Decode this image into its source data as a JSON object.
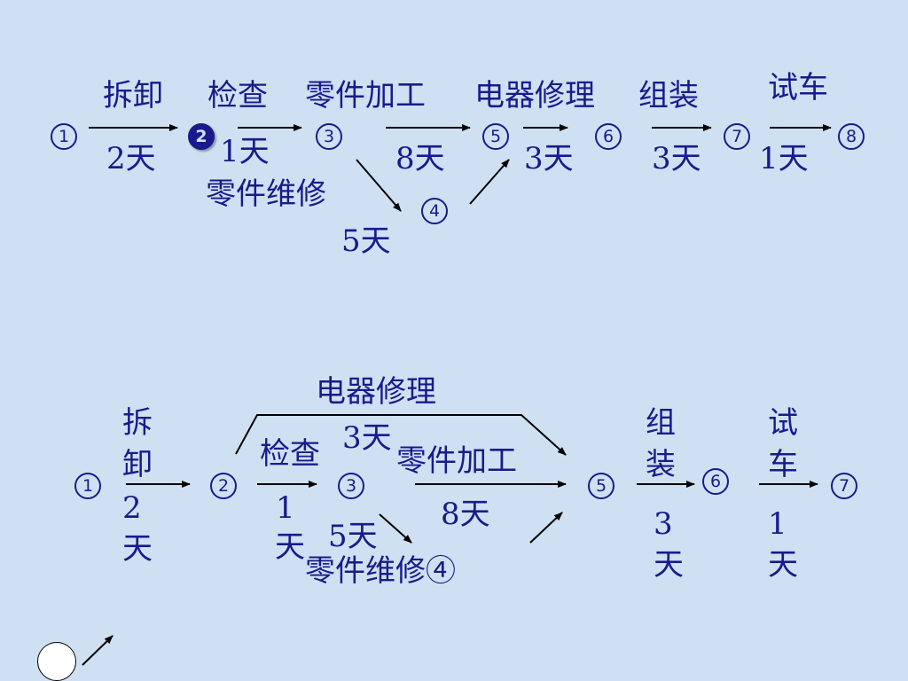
{
  "colors": {
    "background": "#cfe0f2",
    "ink": "#1a1a8c"
  },
  "diagram1": {
    "nodes": [
      "1",
      "2",
      "3",
      "4",
      "5",
      "6",
      "7",
      "8"
    ],
    "tasks": {
      "disassemble": "拆卸",
      "disassemble_dur": "2天",
      "inspect": "检查",
      "inspect_dur": "1天",
      "machining": "零件加工",
      "machining_dur": "8天",
      "electrical": "电器修理",
      "electrical_dur": "3天",
      "assembly": "组装",
      "assembly_dur": "3天",
      "test": "试车",
      "test_dur": "1天",
      "repair": "零件维修",
      "repair_dur": "5天"
    }
  },
  "diagram2": {
    "nodes": [
      "1",
      "2",
      "3",
      "5",
      "6",
      "7"
    ],
    "tasks": {
      "disassemble_1": "拆",
      "disassemble_2": "卸",
      "disassemble_dur_1": "2",
      "disassemble_dur_2": "天",
      "inspect": "检查",
      "inspect_dur_1": "1",
      "inspect_dur_2": "天",
      "electrical": "电器修理",
      "electrical_dur": "3天",
      "machining": "零件加工",
      "machining_dur": "8天",
      "repair_dur": "5天",
      "repair_with_node": "零件维修④",
      "assembly_1": "组",
      "assembly_2": "装",
      "assembly_dur_1": "3",
      "assembly_dur_2": "天",
      "test_1": "试",
      "test_2": "车",
      "test_dur_1": "1",
      "test_dur_2": "天"
    }
  }
}
